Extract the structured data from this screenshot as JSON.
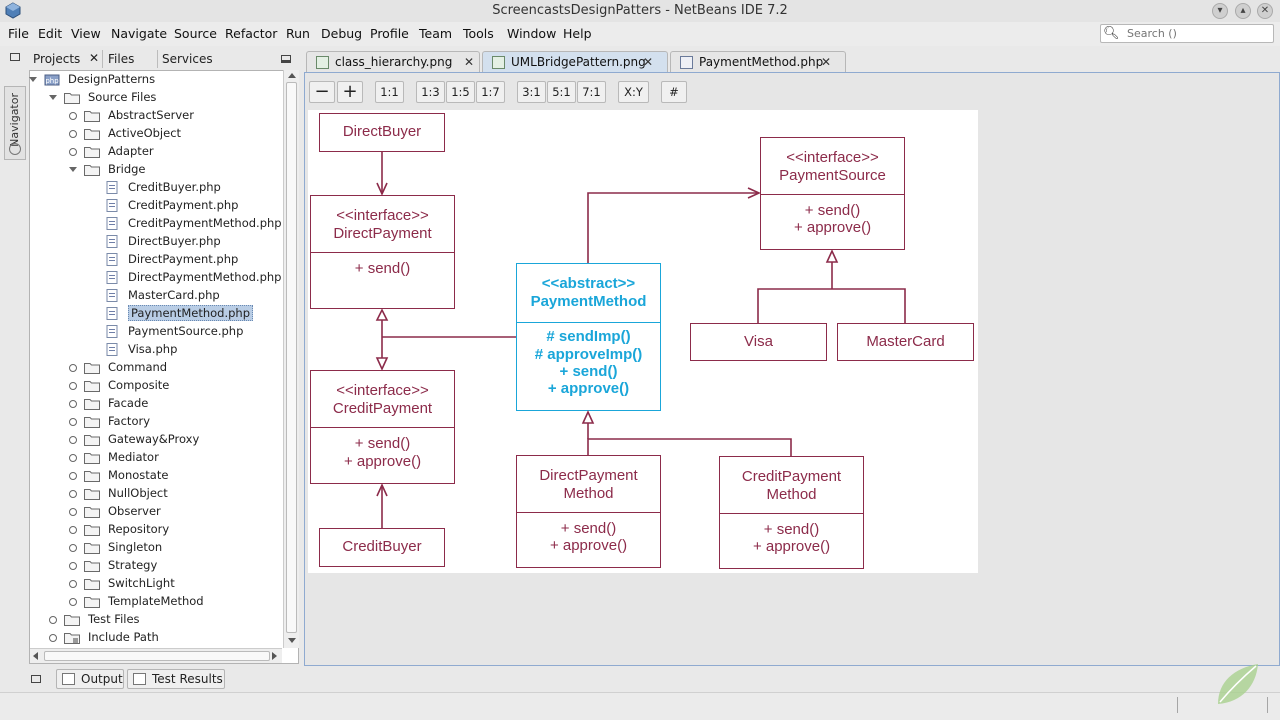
{
  "window": {
    "title": "ScreencastsDesignPatters - NetBeans IDE 7.2"
  },
  "menu": [
    "File",
    "Edit",
    "View",
    "Navigate",
    "Source",
    "Refactor",
    "Run",
    "Debug",
    "Profile",
    "Team",
    "Tools",
    "Window",
    "Help"
  ],
  "search": {
    "placeholder": "Search ()"
  },
  "left_tabs": [
    "Projects",
    "Files",
    "Services"
  ],
  "navigator_label": "Navigator",
  "tree": {
    "root": "DesignPatterns",
    "source_files": "Source Files",
    "folders_before": [
      "AbstractServer",
      "ActiveObject",
      "Adapter"
    ],
    "bridge": "Bridge",
    "bridge_files": [
      "CreditBuyer.php",
      "CreditPayment.php",
      "CreditPaymentMethod.php",
      "DirectBuyer.php",
      "DirectPayment.php",
      "DirectPaymentMethod.php",
      "MasterCard.php",
      "PaymentMethod.php",
      "PaymentSource.php",
      "Visa.php"
    ],
    "selected_file": "PaymentMethod.php",
    "folders_after": [
      "Command",
      "Composite",
      "Facade",
      "Factory",
      "Gateway&Proxy",
      "Mediator",
      "Monostate",
      "NullObject",
      "Observer",
      "Repository",
      "Singleton",
      "Strategy",
      "SwitchLight",
      "TemplateMethod"
    ],
    "test_files": "Test Files",
    "include_path": "Include Path"
  },
  "editor_tabs": [
    {
      "label": "class_hierarchy.png",
      "active": false
    },
    {
      "label": "UMLBridgePattern.png",
      "active": true
    },
    {
      "label": "PaymentMethod.php",
      "active": false
    }
  ],
  "zoom_buttons": [
    "−",
    "+",
    "1:1",
    "1:3",
    "1:5",
    "1:7",
    "3:1",
    "5:1",
    "7:1",
    "X:Y",
    "#"
  ],
  "uml": {
    "direct_buyer": "DirectBuyer",
    "direct_payment": {
      "stereotype": "<<interface>>",
      "name": "DirectPayment",
      "ops": [
        "+ send()"
      ]
    },
    "credit_payment": {
      "stereotype": "<<interface>>",
      "name": "CreditPayment",
      "ops": [
        "+ send()",
        "+ approve()"
      ]
    },
    "credit_buyer": "CreditBuyer",
    "payment_method": {
      "stereotype": "<<abstract>>",
      "name": "PaymentMethod",
      "ops": [
        "# sendImp()",
        "# approveImp()",
        "+ send()",
        "+ approve()"
      ]
    },
    "payment_source": {
      "stereotype": "<<interface>>",
      "name": "PaymentSource",
      "ops": [
        "+ send()",
        "+ approve()"
      ]
    },
    "visa": "Visa",
    "mastercard": "MasterCard",
    "direct_payment_method": {
      "name_lines": [
        "DirectPayment",
        "Method"
      ],
      "ops": [
        "+ send()",
        "+ approve()"
      ]
    },
    "credit_payment_method": {
      "name_lines": [
        "CreditPayment",
        "Method"
      ],
      "ops": [
        "+ send()",
        "+ approve()"
      ]
    },
    "colors": {
      "line": "#8c2b4a",
      "highlight": "#1aa6d9"
    }
  },
  "bottom_tabs": [
    "Output",
    "Test Results"
  ]
}
